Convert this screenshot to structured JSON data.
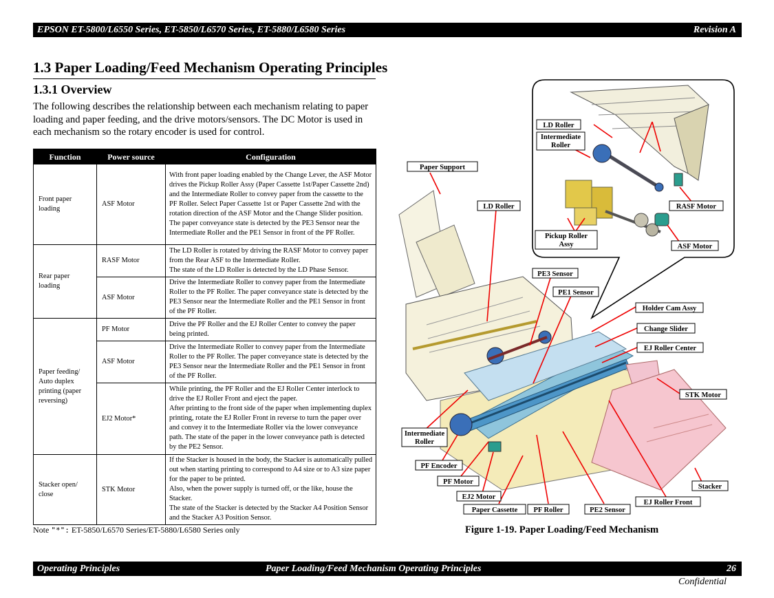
{
  "header": {
    "series": "EPSON ET-5800/L6550 Series, ET-5850/L6570 Series, ET-5880/L6580 Series",
    "revision": "Revision A"
  },
  "section_title": "1.3 Paper Loading/Feed Mechanism Operating Principles",
  "subsection_title": "1.3.1 Overview",
  "intro_text": "The following describes the relationship between each mechanism relating to paper loading and paper feeding, and the drive motors/sensors. The DC Motor is used in each mechanism so the rotary encoder is used for control.",
  "table": {
    "headers": [
      "Function",
      "Power source",
      "Configuration"
    ],
    "front_paper_loading": {
      "function": "Front paper loading",
      "source": "ASF Motor",
      "config": [
        "With front paper loading enabled by the Change Lever, the ASF Motor drives the Pickup Roller Assy (Paper Cassette 1st/Paper Cassette 2nd) and the Intermediate Roller to convey paper from the cassette to the PF Roller. Select Paper Cassette 1st or Paper Cassette 2nd with the rotation direction of the ASF Motor and the Change Slider position.",
        "The paper conveyance state is detected by the PE3 Sensor near the Intermediate Roller and the PE1 Sensor in front of the PF Roller."
      ]
    },
    "rear_paper_loading": {
      "function": "Rear paper loading",
      "rasf": {
        "source": "RASF Motor",
        "config": [
          "The LD Roller is rotated by driving the RASF Motor to convey paper from the Rear ASF to the Intermediate Roller.",
          "The state of the LD Roller is detected by the LD Phase Sensor."
        ]
      },
      "asf": {
        "source": "ASF Motor",
        "config": "Drive the Intermediate Roller to convey paper from the Intermediate Roller to the PF Roller. The paper conveyance state is detected by the PE3 Sensor near the Intermediate Roller and the PE1 Sensor in front of the PF Roller."
      }
    },
    "paper_feeding": {
      "function": "Paper feeding/ Auto duplex printing (paper reversing)",
      "pf": {
        "source": "PF Motor",
        "config": "Drive the PF Roller and the EJ Roller Center to convey the paper being printed."
      },
      "asf": {
        "source": "ASF Motor",
        "config": "Drive the Intermediate Roller to convey paper from the Intermediate Roller to the PF Roller. The paper conveyance state is detected by the PE3 Sensor near the Intermediate Roller and the PE1 Sensor in front of the PF Roller."
      },
      "ej2": {
        "source": "EJ2 Motor*",
        "config": [
          "While printing, the PF Roller and the EJ Roller Center interlock to drive the EJ Roller Front and eject the paper.",
          "After printing to the front side of the paper when implementing duplex printing, rotate the EJ Roller Front in reverse to turn the paper over and convey it to the Intermediate Roller via the lower conveyance path. The state of the paper in the lower conveyance path is detected by the PE2 Sensor."
        ]
      }
    },
    "stacker": {
      "function": "Stacker open/ close",
      "source": "STK Motor",
      "config": [
        "If the Stacker is housed in the body, the Stacker is automatically pulled out when starting printing to correspond to A4 size or to A3 size paper for the paper to be printed.",
        "Also, when the power supply is turned off, or the like, house the Stacker.",
        "The state of the Stacker is detected by the Stacker A4 Position Sensor and the Stacker A3 Position Sensor."
      ]
    }
  },
  "note": {
    "prefix": "Note",
    "mark": "\"*\":",
    "text": "ET-5850/L6570 Series/ET-5880/L6580 Series only"
  },
  "figure": {
    "caption": "Figure 1-19. Paper Loading/Feed Mechanism",
    "labels": {
      "ld_roller_inset": "LD Roller",
      "intermediate_roller_inset": [
        "Intermediate",
        "Roller"
      ],
      "rasf_motor": "RASF Motor",
      "pickup_roller": [
        "Pickup Roller",
        "Assy"
      ],
      "asf_motor": "ASF Motor",
      "paper_support": "Paper Support",
      "ld_roller": "LD Roller",
      "pe3_sensor": "PE3 Sensor",
      "pe1_sensor": "PE1 Sensor",
      "holder_cam": "Holder Cam Assy",
      "change_slider": "Change Slider",
      "ej_roller_center": "EJ Roller Center",
      "stk_motor": "STK Motor",
      "intermediate_roller": [
        "Intermediate",
        "Roller"
      ],
      "pf_encoder": "PF Encoder",
      "pf_motor": "PF Motor",
      "ej2_motor": "EJ2 Motor",
      "paper_cassette": "Paper Cassette",
      "pf_roller": "PF Roller",
      "pe2_sensor": "PE2 Sensor",
      "ej_roller_front": "EJ Roller Front",
      "stacker": "Stacker"
    }
  },
  "footer": {
    "left": "Operating Principles",
    "center": "Paper Loading/Feed Mechanism Operating Principles",
    "page": "26",
    "confidential": "Confidential"
  }
}
